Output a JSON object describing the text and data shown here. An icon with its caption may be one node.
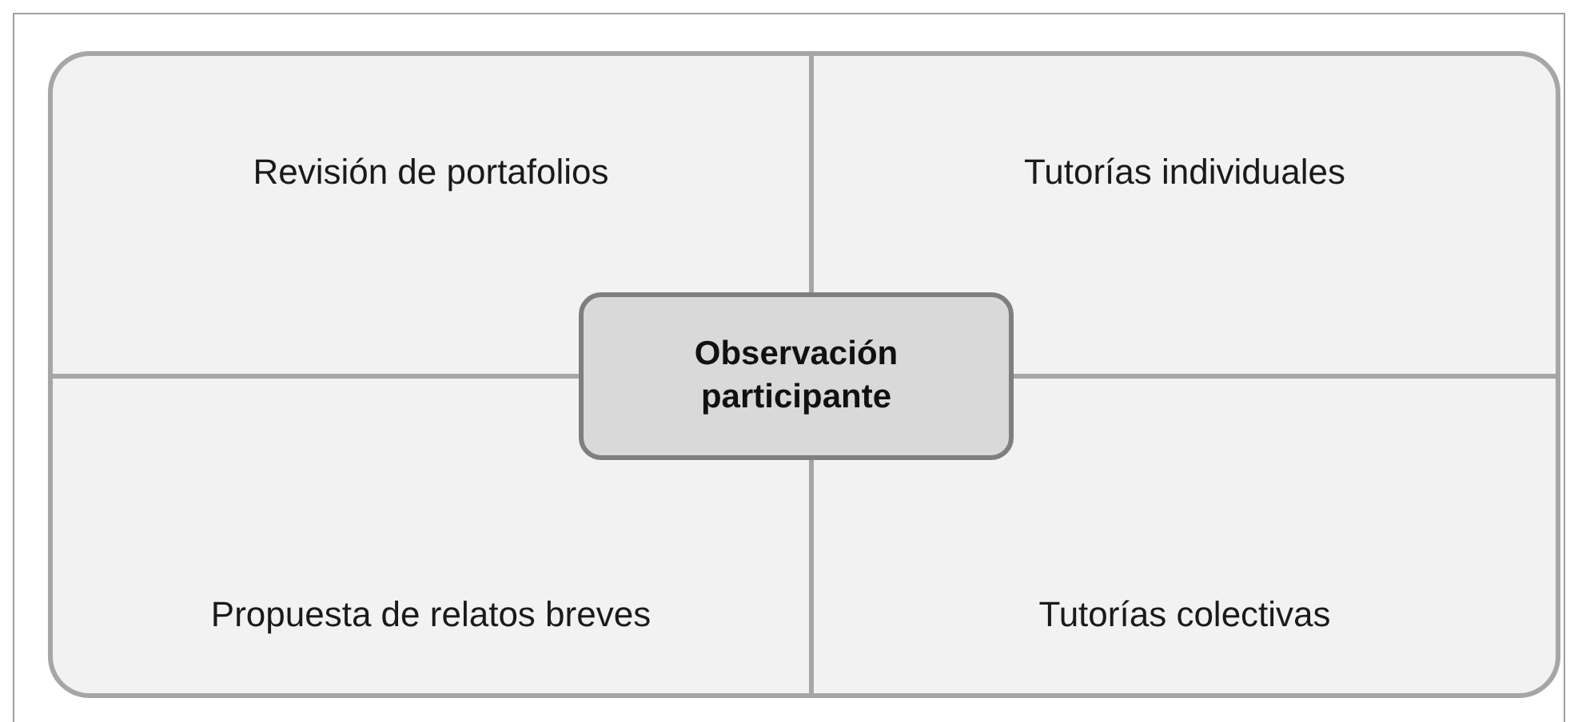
{
  "diagram": {
    "nodes": [
      {
        "text": [
          "Revisión de portafolios"
        ]
      },
      {
        "text": [
          "Tutorías individuales"
        ]
      },
      {
        "text": [
          "Propuesta de relatos breves"
        ]
      },
      {
        "text": [
          "Tutorías colectivas"
        ]
      },
      {
        "text": [
          "Observación participante"
        ]
      }
    ]
  }
}
